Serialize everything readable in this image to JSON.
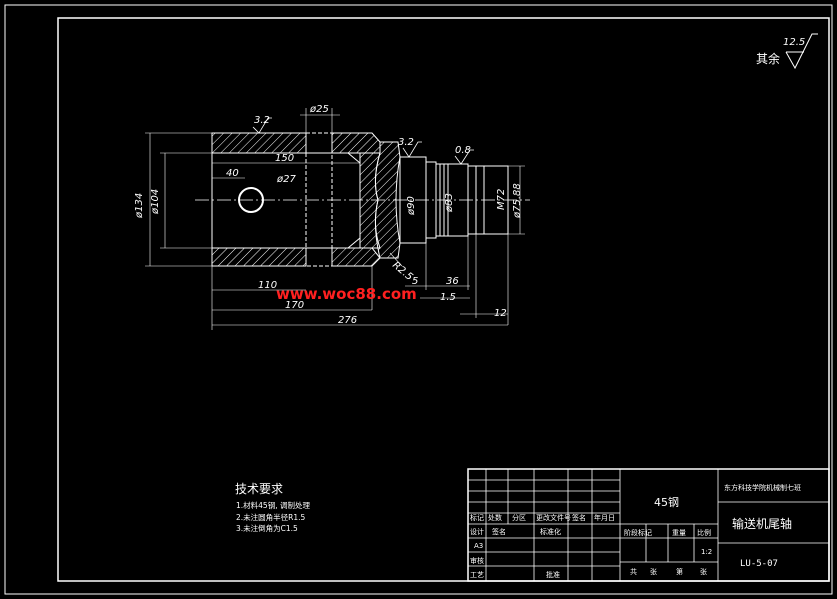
{
  "roughness": {
    "label": "其余",
    "value": "12.5"
  },
  "dimensions": {
    "d134": "ø134",
    "d104": "ø104",
    "d27": "ø27",
    "d25": "ø25",
    "len150": "150",
    "len40": "40",
    "d90": "ø90",
    "d83": "ø83",
    "m72": "M72",
    "d75": "ø75.88",
    "r25": "R2.5",
    "len110": "110",
    "len170": "170",
    "len276": "276",
    "len5": "5",
    "len36": "36",
    "len15": "1.5",
    "len12": "12",
    "ra1": "3.2",
    "ra2": "3.2",
    "ra3": "0.8"
  },
  "watermark": "www.woc88.com",
  "requirements": {
    "title": "技术要求",
    "items": [
      "1.材料45钢, 调制处理",
      "2.未注圆角半径R1.5",
      "3.未注倒角为C1.5"
    ]
  },
  "title_block": {
    "material": "45钢",
    "company": "东方科技学院机械制七班",
    "part_name": "输送机尾轴",
    "drawing_no": "LU-5-07",
    "scale": "1:2",
    "size": "A3",
    "labels": {
      "mark": "标记",
      "count": "处数",
      "zone": "分区",
      "change_doc": "更改文件号",
      "sign": "签名",
      "date": "年月日",
      "design": "设计",
      "std": "标准化",
      "stage": "阶段标记",
      "weight": "重量",
      "ratio": "比例",
      "check": "审核",
      "process": "工艺",
      "approve": "批准",
      "total": "共",
      "sheet": "张",
      "page": "第",
      "page_sheet": "张"
    }
  }
}
